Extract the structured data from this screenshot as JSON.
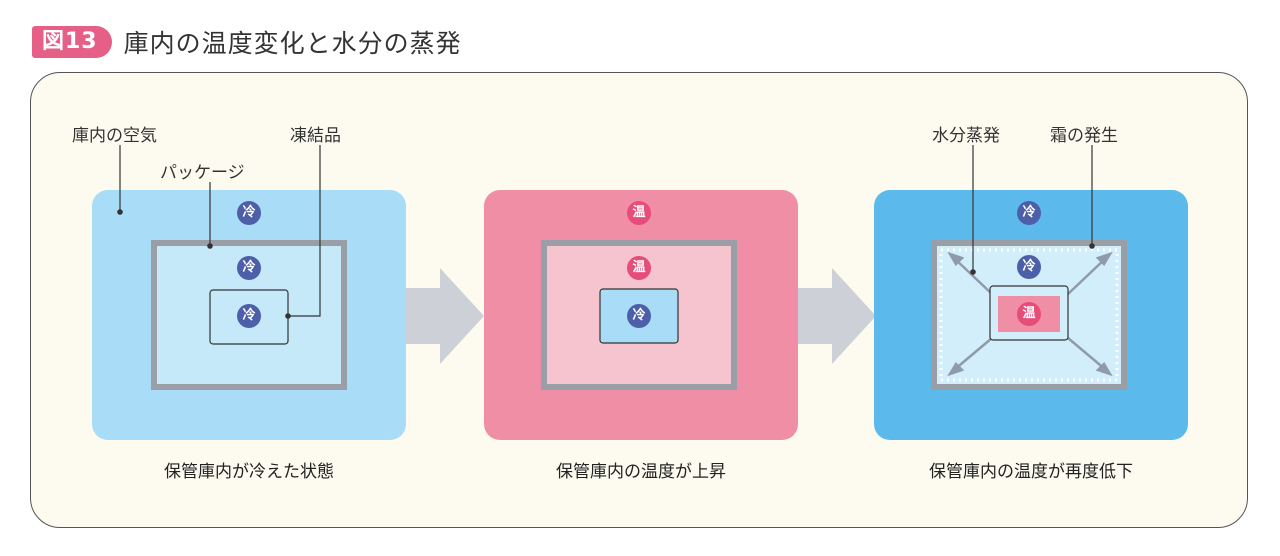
{
  "figure": {
    "badge": "図13",
    "title": "庫内の温度変化と水分の蒸発"
  },
  "labels": {
    "air_in_storage": "庫内の空気",
    "package": "パッケージ",
    "frozen_item": "凍結品",
    "moisture_evaporation": "水分蒸発",
    "frost_formation": "霜の発生"
  },
  "chips": {
    "cold": "冷",
    "warm": "温"
  },
  "captions": {
    "stage1": "保管庫内が冷えた状態",
    "stage2": "保管庫内の温度が上昇",
    "stage3": "保管庫内の温度が再度低下"
  },
  "colors": {
    "cold_outer": "#a9dcf7",
    "cold_outer_dark": "#5cb9ec",
    "warm_outer": "#ef8ea5",
    "warm_inner": "#f6c4cf",
    "package_frame": "#9a9ea6",
    "arrow": "#cdd0d6",
    "cold_chip": "#4d5fa8",
    "warm_chip": "#e64d78"
  }
}
